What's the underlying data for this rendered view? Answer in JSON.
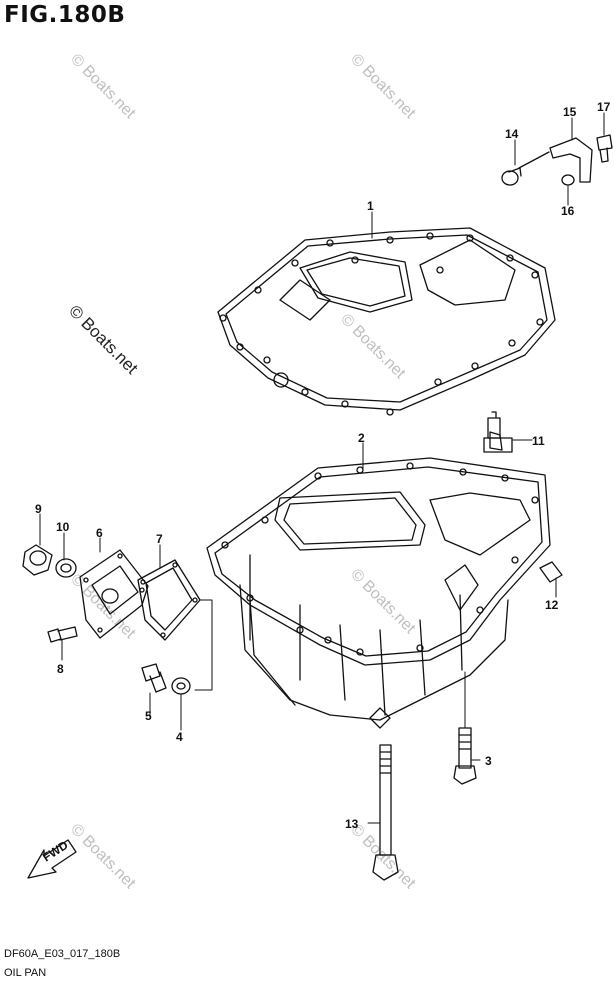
{
  "figure": {
    "title": "FIG.180B",
    "code": "DF60A_E03_017_180B",
    "caption": "OIL PAN",
    "watermark": "© Boats.net",
    "fwd_label": "FWD"
  },
  "callouts": [
    "1",
    "2",
    "3",
    "4",
    "5",
    "6",
    "7",
    "8",
    "9",
    "10",
    "11",
    "12",
    "13",
    "14",
    "15",
    "16",
    "17"
  ],
  "colors": {
    "line": "#111111",
    "watermark": "#bfbfbf",
    "background": "#ffffff"
  }
}
